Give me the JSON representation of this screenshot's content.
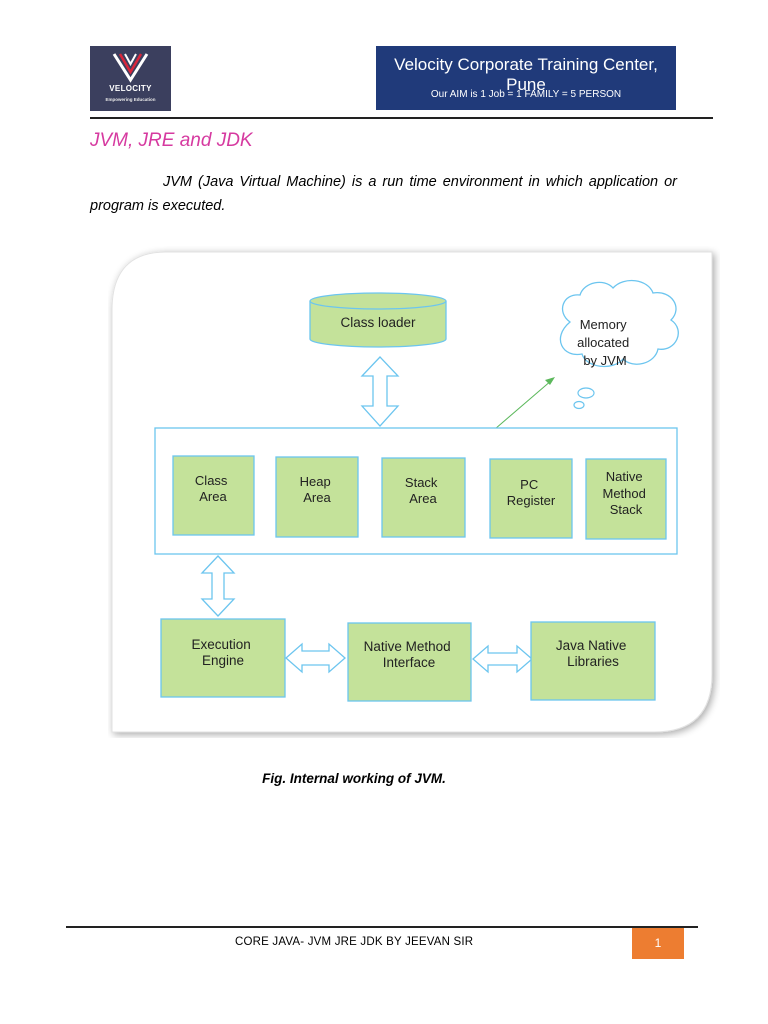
{
  "header": {
    "logo_text": "VELOCITY",
    "logo_tagline": "Empowering Education",
    "banner_title": "Velocity Corporate Training Center, Pune",
    "banner_subtitle": "Our AIM is 1 Job = 1 FAMILY = 5 PERSON",
    "colors": {
      "logo_bg": "#3b3f5e",
      "banner_bg": "#203a7a"
    }
  },
  "title": "JVM, JRE and JDK",
  "paragraph": "JVM (Java Virtual Machine) is a run time environment in which application or program is executed.",
  "diagram": {
    "class_loader": "Class loader",
    "cloud_lines": [
      "Memory",
      "allocated",
      "by JVM"
    ],
    "memory_areas": [
      {
        "lines": [
          "Class",
          "Area"
        ]
      },
      {
        "lines": [
          "Heap",
          "Area"
        ]
      },
      {
        "lines": [
          "Stack",
          "Area"
        ]
      },
      {
        "lines": [
          "PC",
          "Register"
        ]
      },
      {
        "lines": [
          "Native",
          "Method",
          "Stack"
        ]
      }
    ],
    "execution_engine": [
      "Execution",
      "Engine"
    ],
    "native_method_interface": [
      "Native Method",
      "Interface"
    ],
    "java_native_libraries": [
      "Java Native",
      "Libraries"
    ],
    "colors": {
      "box_fill": "#c4e29a",
      "box_stroke": "#6cc5ef",
      "arrow_stroke": "#6cc5ef",
      "pointer": "#5cb85c"
    }
  },
  "caption": "Fig. Internal working of JVM.",
  "footer": {
    "text": "CORE JAVA- JVM JRE JDK BY JEEVAN SIR",
    "page_number": "1",
    "page_color": "#ed7d31"
  }
}
